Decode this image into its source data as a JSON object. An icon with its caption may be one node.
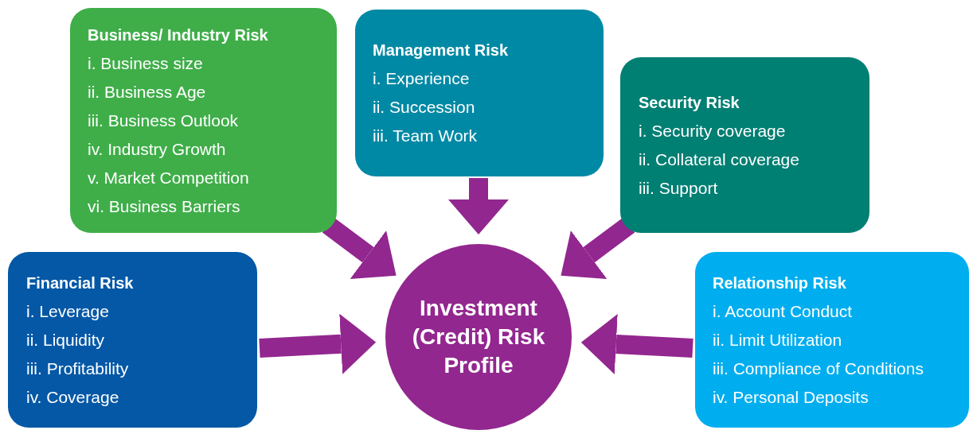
{
  "diagram": {
    "nodes": [
      {
        "text": [
          "Business/ Industry Risk",
          "i. Business size",
          "ii. Business Age",
          "iii. Business Outlook",
          "iv. Industry Growth",
          "v. Market Competition",
          "vi. Business Barriers"
        ]
      },
      {
        "text": [
          "Management Risk",
          "i. Experience",
          "ii. Succession",
          "iii. Team Work"
        ]
      },
      {
        "text": [
          "Security Risk",
          "i. Security coverage",
          "ii. Collateral coverage",
          "iii. Support"
        ]
      },
      {
        "text": [
          "Financial Risk",
          "i. Leverage",
          "ii. Liquidity",
          "iii. Profitability",
          "iv. Coverage"
        ]
      },
      {
        "text": [
          "Relationship Risk",
          "i. Account Conduct",
          "ii. Limit Utilization",
          "iii. Compliance of Conditions",
          "iv. Personal Deposits"
        ]
      },
      {
        "text": [
          "Investment (Credit) Risk Profile"
        ]
      }
    ],
    "edges": [
      {
        "from": 0,
        "to": 5,
        "arrow": "to"
      },
      {
        "from": 1,
        "to": 5,
        "arrow": "to"
      },
      {
        "from": 2,
        "to": 5,
        "arrow": "to"
      },
      {
        "from": 3,
        "to": 5,
        "arrow": "to"
      },
      {
        "from": 4,
        "to": 5,
        "arrow": "to"
      }
    ]
  }
}
